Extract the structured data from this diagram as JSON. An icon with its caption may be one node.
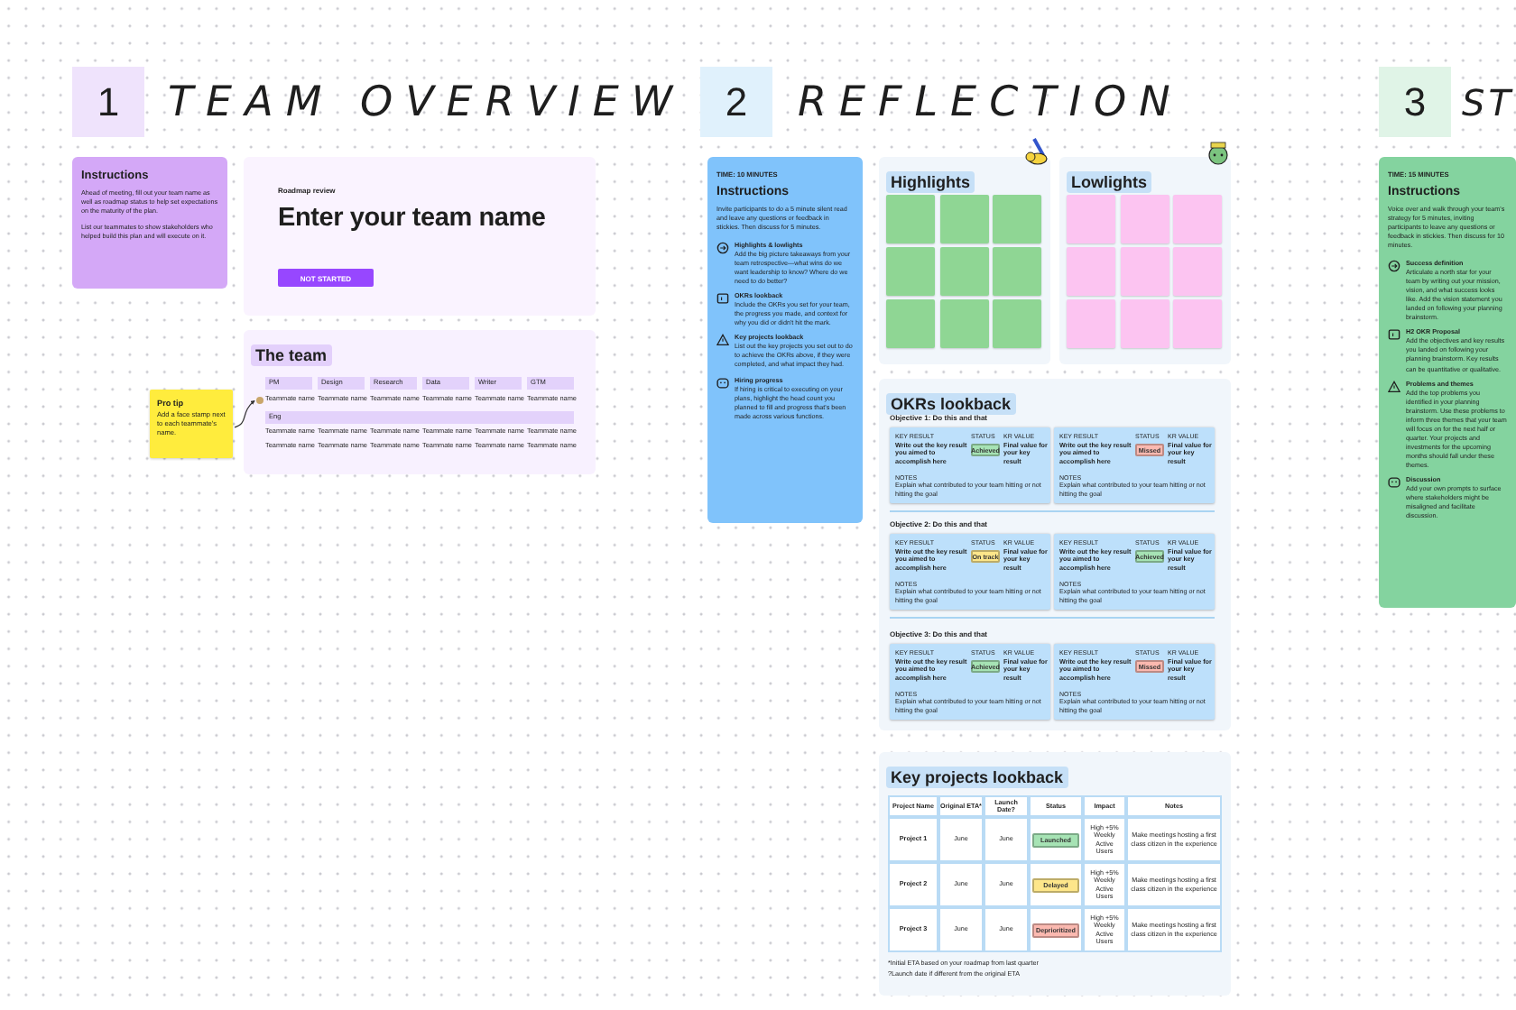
{
  "diagram": {
    "nodes": [
      {
        "text": [
          "Instructions",
          "Ahead of meeting, fill out your team name as well as roadmap status to help set expectations on the maturity of the plan.",
          "List our teammates to show stakeholders who helped build this plan and will execute on it."
        ]
      },
      {
        "text": [
          "Roadmap review",
          "Enter your team name"
        ]
      },
      {
        "text": [
          "NOT STARTED"
        ],
        "in": 1
      },
      {
        "text": [
          "The team"
        ]
      },
      {
        "text": [
          "PM"
        ],
        "in": 3
      },
      {
        "text": [
          "Design"
        ],
        "in": 3
      },
      {
        "text": [
          "Research"
        ],
        "in": 3
      },
      {
        "text": [
          "Data"
        ],
        "in": 3
      },
      {
        "text": [
          "Writer"
        ],
        "in": 3
      },
      {
        "text": [
          "GTM"
        ],
        "in": 3
      },
      {
        "text": [
          "Eng"
        ],
        "in": 3
      },
      {
        "text": [],
        "shape": "circle",
        "in": 3
      },
      {
        "text": [
          "Pro tip",
          "Add a face stamp next to each teammate's name."
        ]
      },
      {
        "text": [
          "TIME: 10 MINUTES",
          "Instructions",
          "Invite participants to do a 5 minute silent read and leave any questions or feedback in stickies. Then discuss for 5 minutes.",
          "Highlights & lowlights",
          "Add the big picture takeaways from your team retrospective—what wins do we want leadership to know? Where do we need to do better?",
          "OKRs lookback",
          "Include the OKRs you set for your team, the progress you made, and context for why you did or didn't hit the mark.",
          "Key projects lookback",
          "List out the key projects you set out to do to achieve the OKRs above, if they were completed, and what impact they had.",
          "Hiring progress",
          "If hiring is critical to executing on your plans, highlight the head count you planned to fill and progress that's been made across various functions."
        ]
      },
      {
        "text": [
          "Highlights"
        ]
      },
      {
        "text": [],
        "shape": "box",
        "in": 14
      },
      {
        "text": [],
        "shape": "box",
        "in": 14
      },
      {
        "text": [],
        "shape": "box",
        "in": 14
      },
      {
        "text": [],
        "shape": "box",
        "in": 14
      },
      {
        "text": [],
        "shape": "box",
        "in": 14
      },
      {
        "text": [],
        "shape": "box",
        "in": 14
      },
      {
        "text": [],
        "shape": "box",
        "in": 14
      },
      {
        "text": [],
        "shape": "box",
        "in": 14
      },
      {
        "text": [],
        "shape": "box",
        "in": 14
      },
      {
        "text": [
          "Lowlights"
        ]
      },
      {
        "text": [],
        "shape": "box",
        "in": 24
      },
      {
        "text": [],
        "shape": "box",
        "in": 24
      },
      {
        "text": [],
        "shape": "box",
        "in": 24
      },
      {
        "text": [],
        "shape": "box",
        "in": 24
      },
      {
        "text": [],
        "shape": "box",
        "in": 24
      },
      {
        "text": [],
        "shape": "box",
        "in": 24
      },
      {
        "text": [],
        "shape": "box",
        "in": 24
      },
      {
        "text": [],
        "shape": "box",
        "in": 24
      },
      {
        "text": [],
        "shape": "box",
        "in": 24
      },
      {
        "text": [
          "OKRs lookback"
        ]
      },
      {
        "text": [
          "KEY RESULT",
          "Write out the key result you aimed to accomplish here",
          "STATUS",
          "KR VALUE",
          "Final value for your key result",
          "NOTES",
          "Explain what contributed to your team hitting or not hitting the goal"
        ],
        "in": 34
      },
      {
        "text": [
          "KEY RESULT",
          "Write out the key result you aimed to accomplish here",
          "STATUS",
          "KR VALUE",
          "Final value for your key result",
          "NOTES",
          "Explain what contributed to your team hitting or not hitting the goal"
        ],
        "in": 34
      },
      {
        "text": [
          "KEY RESULT",
          "Write out the key result you aimed to accomplish here",
          "STATUS",
          "KR VALUE",
          "Final value for your key result",
          "NOTES",
          "Explain what contributed to your team hitting or not hitting the goal"
        ],
        "in": 34
      },
      {
        "text": [
          "KEY RESULT",
          "Write out the key result you aimed to accomplish here",
          "STATUS",
          "KR VALUE",
          "Final value for your key result",
          "NOTES",
          "Explain what contributed to your team hitting or not hitting the goal"
        ],
        "in": 34
      },
      {
        "text": [
          "KEY RESULT",
          "Write out the key result you aimed to accomplish here",
          "STATUS",
          "KR VALUE",
          "Final value for your key result",
          "NOTES",
          "Explain what contributed to your team hitting or not hitting the goal"
        ],
        "in": 34
      },
      {
        "text": [
          "KEY RESULT",
          "Write out the key result you aimed to accomplish here",
          "STATUS",
          "KR VALUE",
          "Final value for your key result",
          "NOTES",
          "Explain what contributed to your team hitting or not hitting the goal"
        ],
        "in": 34
      },
      {
        "text": [
          "Achieved"
        ],
        "in": 35
      },
      {
        "text": [
          "Missed"
        ],
        "in": 36
      },
      {
        "text": [
          "On track"
        ],
        "in": 37
      },
      {
        "text": [
          "Achieved"
        ],
        "in": 38
      },
      {
        "text": [
          "Achieved"
        ],
        "in": 39
      },
      {
        "text": [
          "Missed"
        ],
        "in": 40
      },
      {
        "text": [
          "Key projects lookback"
        ]
      },
      {
        "text": [
          "Launched"
        ],
        "in": 47
      },
      {
        "text": [
          "Delayed"
        ],
        "in": 47
      },
      {
        "text": [
          "Deprioritized"
        ],
        "in": 47
      },
      {
        "text": [
          "TIME: 15 MINUTES",
          "Instructions",
          "Voice over and walk through your team's strategy for 5 minutes, inviting participants to leave any questions or feedback in stickies. Then discuss for 10 minutes.",
          "Success definition",
          "Articulate a north star for your team by writing out your mission, vision, and what success looks like. Add the vision statement you landed on following your planning brainstorm.",
          "H2 OKR Proposal",
          "Add the objectives and key results you landed on following your planning brainstorm. Key results can be quantitative or qualitative.",
          "Problems and themes",
          "Add the top problems you identified in your planning brainstorm. Use these problems to inform three themes that your team will focus on for the next half or quarter. Your projects and investments for the upcoming months should fall under these themes.",
          "Discussion",
          "Add your own prompts to surface where stakeholders might be misaligned and facilitate discussion."
        ]
      }
    ],
    "edges": [
      {
        "from": 12,
        "to": 11,
        "arrow": "to"
      }
    ],
    "labels": [
      "1",
      "TEAM OVERVIEW",
      "2",
      "REFLECTION",
      "3",
      "ST",
      "Teammate name",
      "Teammate name",
      "Teammate name",
      "Teammate name",
      "Teammate name",
      "Teammate name",
      "Teammate name",
      "Teammate name",
      "Teammate name",
      "Teammate name",
      "Teammate name",
      "Teammate name",
      "Teammate name",
      "Teammate name",
      "Teammate name",
      "Teammate name",
      "Teammate name",
      "Teammate name",
      "Objective 1: Do this and that",
      "Objective 2: Do this and that",
      "Objective 3: Do this and that",
      "Project Name",
      "Original ETA*",
      "Launch Date?",
      "Status",
      "Impact",
      "Notes",
      "Project 1",
      "June",
      "June",
      "High +5% Weekly Active Users",
      "Make meetings hosting a first class citizen in the experience",
      "Project 2",
      "June",
      "June",
      "High +5% Weekly Active Users",
      "Make meetings hosting a first class citizen in the experience",
      "Project 3",
      "June",
      "June",
      "High +5% Weekly Active Users",
      "Make meetings hosting a first class citizen in the experience",
      "*Initial ETA based on your roadmap from last quarter",
      "?Launch date if different from the original ETA"
    ]
  }
}
